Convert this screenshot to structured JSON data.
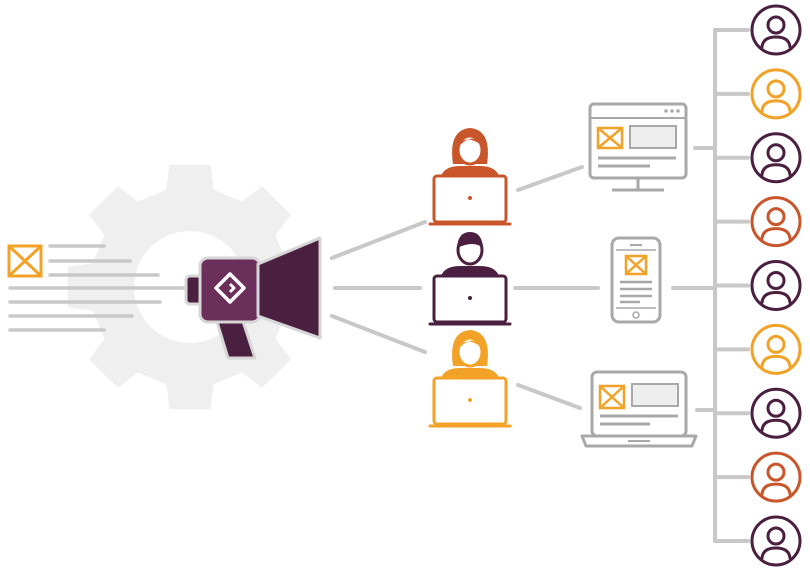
{
  "colors": {
    "plum": "#4a1f3f",
    "plum_mid": "#6b2f5c",
    "rust": "#c9552a",
    "orange": "#f2a227",
    "gray_line": "#c8c8c8",
    "gray_device": "#a8a8a8",
    "gray_fill": "#eeeeee",
    "gear_gray": "#efefef"
  },
  "source": {
    "icon": "image-placeholder-icon",
    "text_line_count": 8
  },
  "broadcaster": {
    "icon": "megaphone-icon",
    "logo_icon": "brand-logo-icon",
    "background_icon": "gear-icon"
  },
  "publishers": [
    {
      "name": "publisher-woman-rust",
      "icon": "woman-laptop-icon",
      "color": "rust"
    },
    {
      "name": "publisher-man-plum",
      "icon": "man-laptop-icon",
      "color": "plum"
    },
    {
      "name": "publisher-woman-orange",
      "icon": "woman-laptop-icon",
      "color": "orange"
    }
  ],
  "devices": [
    {
      "name": "desktop-monitor",
      "icon": "desktop-monitor-icon"
    },
    {
      "name": "mobile-phone",
      "icon": "mobile-phone-icon"
    },
    {
      "name": "laptop",
      "icon": "laptop-icon"
    }
  ],
  "audience": [
    {
      "icon": "user-avatar-icon",
      "color": "plum"
    },
    {
      "icon": "user-avatar-icon",
      "color": "orange"
    },
    {
      "icon": "user-avatar-icon",
      "color": "plum"
    },
    {
      "icon": "user-avatar-icon",
      "color": "rust"
    },
    {
      "icon": "user-avatar-icon",
      "color": "plum"
    },
    {
      "icon": "user-avatar-icon",
      "color": "orange"
    },
    {
      "icon": "user-avatar-icon",
      "color": "plum"
    },
    {
      "icon": "user-avatar-icon",
      "color": "rust"
    },
    {
      "icon": "user-avatar-icon",
      "color": "plum"
    }
  ]
}
